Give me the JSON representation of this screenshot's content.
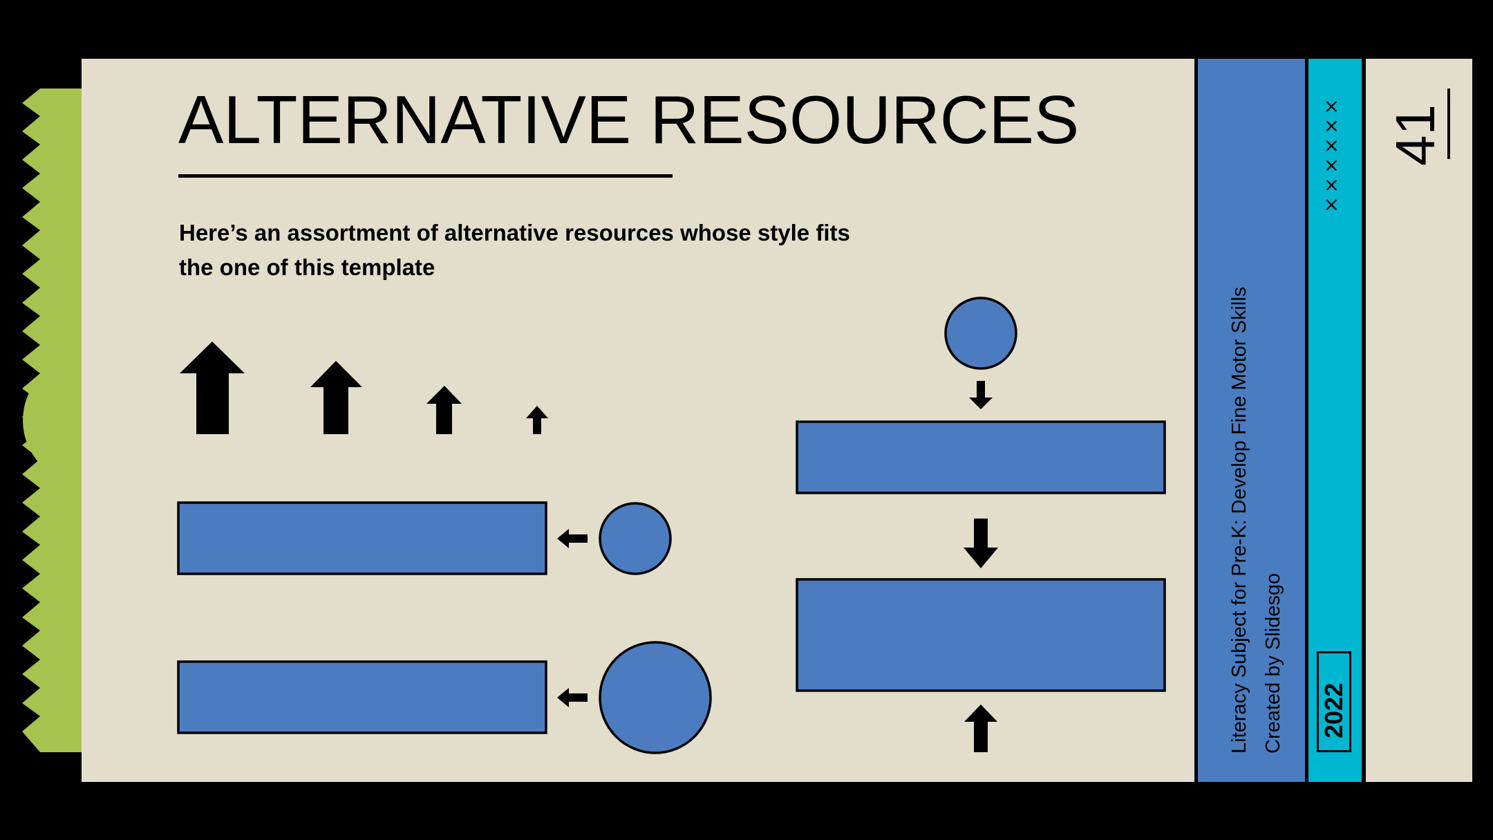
{
  "slide": {
    "title": "ALTERNATIVE RESOURCES",
    "subtitle": "Here’s an assortment of alternative resources whose style fits the one of this template",
    "footer_line1": "Literacy Subject for Pre-K: Develop Fine Motor Skills",
    "footer_line2": "Created by Slidesgo",
    "year": "2022",
    "crosses": "××××××",
    "slide_number": "41"
  },
  "colors": {
    "background": "#000000",
    "paper": "#E3DECB",
    "green_accent": "#A6C24F",
    "blue_shape": "#4C7CBF",
    "blue_stripe": "#4A7DC0",
    "cyan_stripe": "#00B6D1",
    "ink": "#000000"
  },
  "icons": [
    "arrow-up-icon",
    "arrow-left-icon",
    "arrow-down-icon",
    "circle-shape",
    "rectangle-shape"
  ]
}
